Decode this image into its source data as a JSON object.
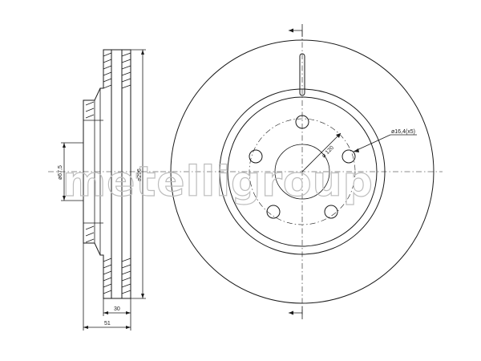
{
  "drawing": {
    "side_view": {
      "dim_hub_diameter": "ø67,5",
      "dim_disc_diameter": "ø296",
      "dim_thickness": "30",
      "dim_total_height": "51"
    },
    "front_view": {
      "dim_pcd": "ø 120",
      "dim_bolt_hole": "ø16,4(x5)"
    },
    "watermark": "metelligroup"
  }
}
